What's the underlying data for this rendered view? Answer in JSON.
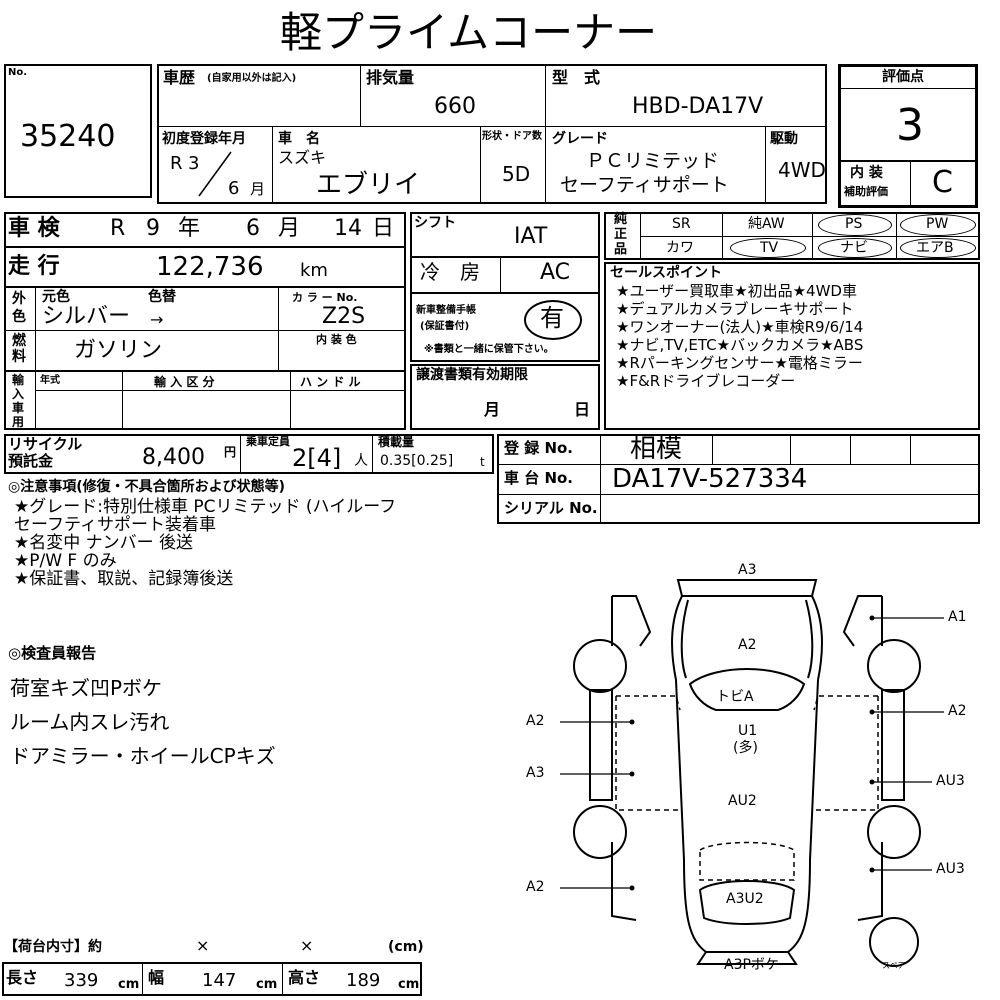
{
  "title": "軽プライムコーナー",
  "lot": {
    "label": "No.",
    "number": "35240"
  },
  "history": {
    "label": "車歴",
    "note": "(自家用以外は記入)"
  },
  "displacement": {
    "label": "排気量",
    "value": "660"
  },
  "model_type": {
    "label": "型　式",
    "value": "HBD-DA17V"
  },
  "rating": {
    "label": "評価点",
    "value": "3",
    "interior_label1": "内 装",
    "interior_label2": "補助評価",
    "interior_value": "C"
  },
  "first_reg": {
    "label": "初度登録年月",
    "era": "R",
    "year": "3",
    "month": "6",
    "month_unit": "月"
  },
  "car_name": {
    "label": "車　名",
    "maker": "スズキ",
    "name": "エブリイ"
  },
  "body_doors": {
    "label": "形状・ドア数",
    "value": "5D"
  },
  "grade": {
    "label": "グレード",
    "line1": "ＰＣリミテッド",
    "line2": "セーフティサポート"
  },
  "drive": {
    "label": "駆動",
    "value": "4WD"
  },
  "inspection": {
    "label": "車 検",
    "era": "R",
    "year": "9",
    "year_unit": "年",
    "month": "6",
    "month_unit": "月",
    "day": "14",
    "day_unit": "日"
  },
  "shift": {
    "label": "シフト",
    "value": "IAT"
  },
  "genuine": {
    "label1": "純",
    "label2": "正",
    "label3": "品",
    "row1": [
      "SR",
      "純AW",
      "PS",
      "PW"
    ],
    "row2": [
      "カワ",
      "TV",
      "ナビ",
      "エアB"
    ]
  },
  "mileage": {
    "label": "走 行",
    "value": "122,736",
    "unit": "km"
  },
  "ac": {
    "label": "冷　房",
    "value": "AC"
  },
  "sales_points": {
    "label": "セールスポイント",
    "items": [
      "★ユーザー買取車★初出品★4WD車",
      "★デュアルカメラブレーキサポート",
      "★ワンオーナー(法人)★車検R9/6/14",
      "★ナビ,TV,ETC★バックカメラ★ABS",
      "★Rパーキングセンサー★電格ミラー",
      "★F&Rドライブレコーダー"
    ]
  },
  "color": {
    "side1": "外",
    "side2": "色",
    "orig_label": "元色",
    "repaint_label": "色替",
    "value": "シルバー",
    "arrow": "→",
    "code_label": "カ ラ ー No.",
    "code": "Z2S"
  },
  "maintenance": {
    "label1": "新車整備手帳",
    "label2": "(保証書付)",
    "value": "有",
    "note": "※書類と一緒に保管下さい。"
  },
  "fuel": {
    "label1": "燃",
    "label2": "料",
    "value": "ガソリン",
    "interior_color_label": "内 装 色"
  },
  "import": {
    "label": [
      "輸",
      "入",
      "車",
      "用"
    ],
    "year_label": "年式",
    "category_label": "輸 入 区 分",
    "handle_label": "ハ ン ド ル"
  },
  "transfer_docs": {
    "label": "譲渡書類有効期限",
    "month_unit": "月",
    "day_unit": "日"
  },
  "recycle": {
    "label1": "リサイクル",
    "label2": "預託金",
    "value": "8,400",
    "unit": "円"
  },
  "capacity": {
    "label": "乗車定員",
    "value": "2[4]",
    "unit": "人"
  },
  "load": {
    "label": "積載量",
    "value": "0.35[0.25]",
    "unit": "t"
  },
  "registration": {
    "label": "登 録 No.",
    "value": "相模"
  },
  "chassis": {
    "label": "車 台 No.",
    "value": "DA17V-527334"
  },
  "serial": {
    "label": "シリアル No."
  },
  "notes": {
    "label": "◎注意事項(修復・不具合箇所および状態等)",
    "items": [
      "★グレード:特別仕様車 PCリミテッド (ハイルーフ",
      "セーフティサポート装着車",
      "★名変中 ナンバー 後送",
      "★P/W F のみ",
      "★保証書、取説、記録簿後送"
    ]
  },
  "inspector": {
    "label": "◎検査員報告",
    "items": [
      "荷室キズ凹Pボケ",
      "ルーム内スレ汚れ",
      "ドアミラー・ホイールCPキズ"
    ]
  },
  "diagram": {
    "top": "A3",
    "hood": "A2",
    "windshield": "トビA",
    "roof1": "U1",
    "roof2": "(多)",
    "roof3": "AU2",
    "rear": "A3U2",
    "bottom": "A3Pボケ",
    "spare": "スペア",
    "left": [
      "A2",
      "A3",
      "A2"
    ],
    "right": [
      "A1",
      "A2",
      "AU3",
      "AU3"
    ]
  },
  "cargo": {
    "label": "【荷台内寸】約",
    "x1": "×",
    "x2": "×",
    "unit_label": "(cm)",
    "length_label": "長さ",
    "length": "339",
    "width_label": "幅",
    "width": "147",
    "height_label": "高さ",
    "height": "189",
    "unit": "cm"
  }
}
